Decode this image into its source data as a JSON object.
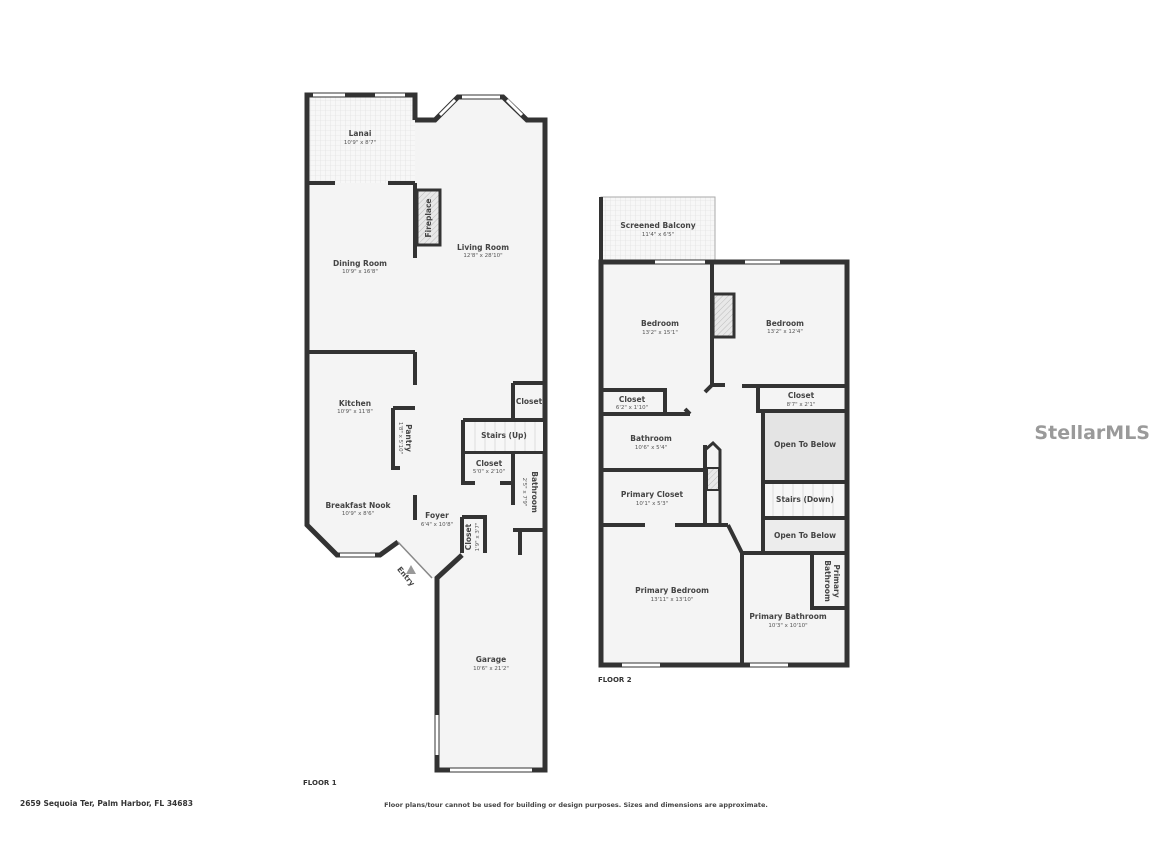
{
  "floor1": {
    "label": "FLOOR 1",
    "rooms": {
      "lanai": {
        "name": "Lanai",
        "dims": "10'9\" x 8'7\""
      },
      "dining": {
        "name": "Dining Room",
        "dims": "10'9\" x 16'8\""
      },
      "living": {
        "name": "Living Room",
        "dims": "12'8\" x 28'10\""
      },
      "fireplace": {
        "name": "Fireplace"
      },
      "kitchen": {
        "name": "Kitchen",
        "dims": "10'9\" x 11'8\""
      },
      "pantry": {
        "name": "Pantry",
        "dims": "1'8\" x 5'10\""
      },
      "nook": {
        "name": "Breakfast Nook",
        "dims": "10'9\" x 8'6\""
      },
      "foyer": {
        "name": "Foyer",
        "dims": "6'4\" x 10'8\""
      },
      "closet1": {
        "name": "Closet"
      },
      "stairs": {
        "name": "Stairs (Up)"
      },
      "closet2": {
        "name": "Closet",
        "dims": "5'0\" x 2'10\""
      },
      "bathroom": {
        "name": "Bathroom",
        "dims": "2'5\" x 7'9\""
      },
      "closet3": {
        "name": "Closet",
        "dims": "1'9\" x 3'7\""
      },
      "garage": {
        "name": "Garage",
        "dims": "10'6\" x 21'2\""
      },
      "entry": {
        "name": "Entry"
      }
    }
  },
  "floor2": {
    "label": "FLOOR 2",
    "rooms": {
      "balcony": {
        "name": "Screened Balcony",
        "dims": "11'4\" x 6'5\""
      },
      "bedroom1": {
        "name": "Bedroom",
        "dims": "13'2\" x 15'1\""
      },
      "bedroom2": {
        "name": "Bedroom",
        "dims": "13'2\" x 12'4\""
      },
      "closet1": {
        "name": "Closet",
        "dims": "6'2\" x 1'10\""
      },
      "closet2": {
        "name": "Closet",
        "dims": "8'7\" x 2'1\""
      },
      "bathroom": {
        "name": "Bathroom",
        "dims": "10'6\" x 5'4\""
      },
      "open1": {
        "name": "Open To Below"
      },
      "pcloset": {
        "name": "Primary Closet",
        "dims": "10'1\" x 5'3\""
      },
      "stairs": {
        "name": "Stairs (Down)"
      },
      "open2": {
        "name": "Open To Below"
      },
      "pbedroom": {
        "name": "Primary Bedroom",
        "dims": "13'11\" x 13'10\""
      },
      "pbath": {
        "name": "Primary Bathroom",
        "dims": "10'3\" x 10'10\""
      },
      "pbath_small_1": {
        "name": "Primary"
      },
      "pbath_small_2": {
        "name": "Bathroom"
      }
    }
  },
  "footer": {
    "address": "2659 Sequoia Ter, Palm Harbor, FL 34683",
    "disclaimer": "Floor plans/tour cannot be used for building or design purposes. Sizes and dimensions are approximate."
  },
  "watermark": "StellarMLS",
  "colors": {
    "wall": "#333333",
    "floor": "#f4f4f4",
    "open_to_below": "#e4e4e4"
  }
}
